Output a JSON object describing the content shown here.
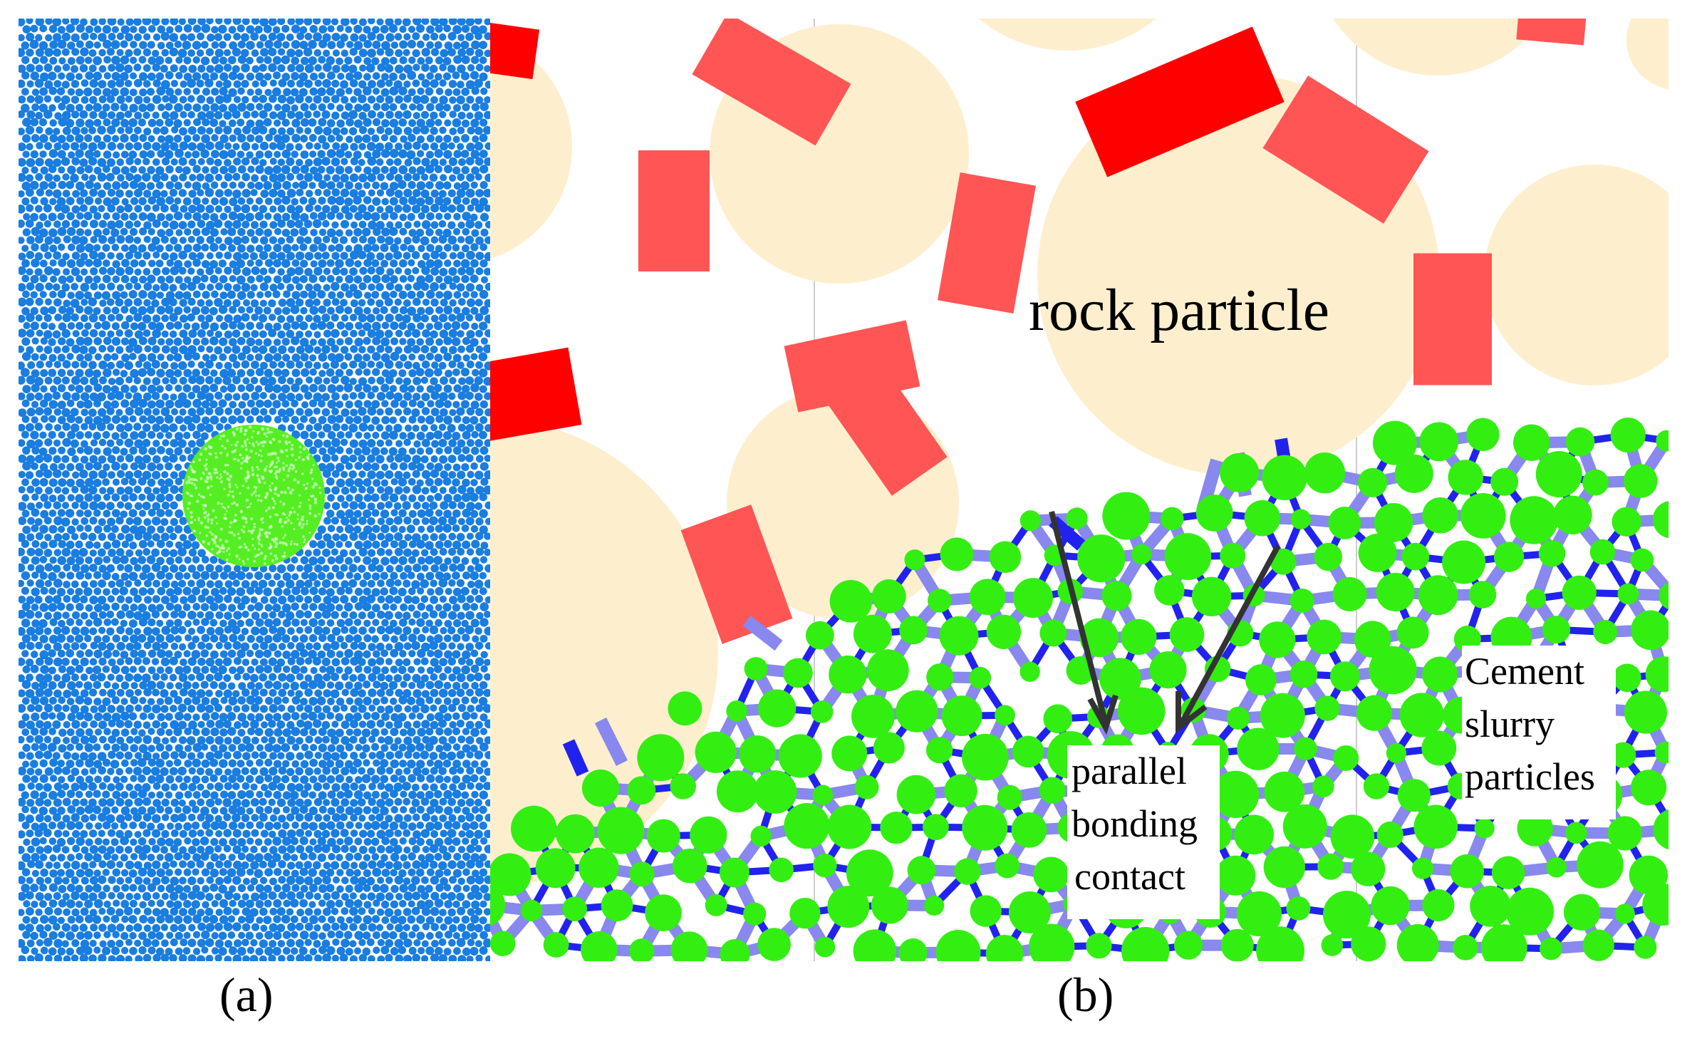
{
  "figure": {
    "panel_a_caption": "(a)",
    "panel_b_caption": "(b)"
  },
  "panel_b": {
    "rock_label": "rock particle",
    "bond_label_lines": [
      "parallel",
      "bonding",
      "contact"
    ],
    "cement_label_lines": [
      "Cement",
      "slurry",
      "particles"
    ]
  },
  "colors": {
    "rock_particle": "#fdefce",
    "strong_bond": "#ff0000",
    "weak_bond": "#ff5555",
    "cement_particle": "#33ee11",
    "cement_bond_dark": "#2222ee",
    "cement_bond_light": "#8888ee",
    "matrix_particle": "#1a7de0",
    "inclusion_particle": "#55ee22"
  }
}
